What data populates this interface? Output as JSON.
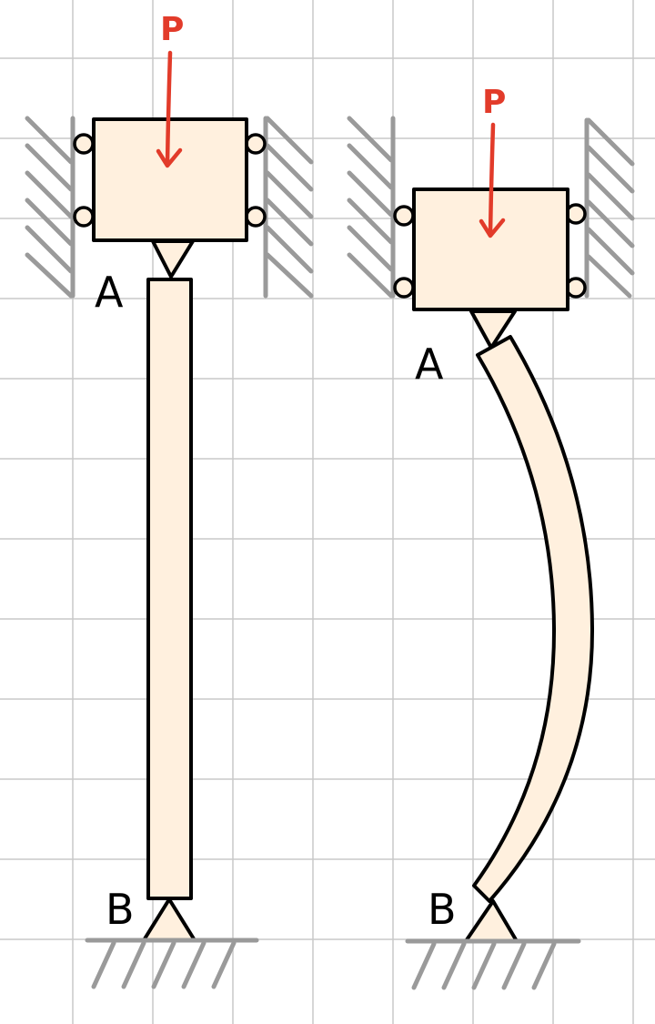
{
  "left_column": {
    "load_label": "P",
    "top_label": "A",
    "bottom_label": "B"
  },
  "right_column": {
    "load_label": "P",
    "top_label": "A",
    "bottom_label": "B"
  },
  "colors": {
    "member_fill": "#fff0de",
    "load_arrow": "#e23b2a",
    "support_hatch": "#9a9a9a",
    "grid": "#c9c9c9"
  }
}
